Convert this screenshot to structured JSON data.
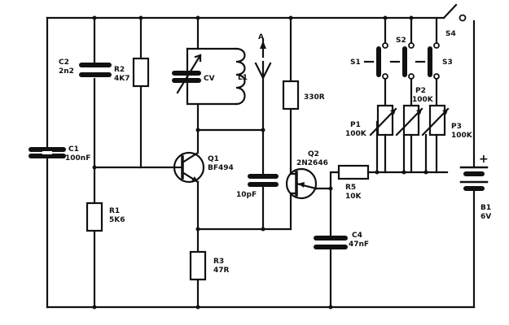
{
  "components": {
    "C1": {
      "ref": "C1",
      "value": "100nF"
    },
    "C2": {
      "ref": "C2",
      "value": "2n2"
    },
    "R2": {
      "ref": "R2",
      "value": "4K7"
    },
    "CV": {
      "ref": "CV"
    },
    "L1": {
      "ref": "L1"
    },
    "A": {
      "ref": "A"
    },
    "R330": {
      "value": "330R"
    },
    "Q1": {
      "ref": "Q1",
      "value": "BF494"
    },
    "R1": {
      "ref": "R1",
      "value": "5K6"
    },
    "C10p": {
      "value": "10pF"
    },
    "Q2": {
      "ref": "Q2",
      "value": "2N2646"
    },
    "R3": {
      "ref": "R3",
      "value": "47R"
    },
    "C4": {
      "ref": "C4",
      "value": "47nF"
    },
    "R5": {
      "ref": "R5",
      "value": "10K"
    },
    "S1": {
      "ref": "S1"
    },
    "S2": {
      "ref": "S2"
    },
    "S3": {
      "ref": "S3"
    },
    "S4": {
      "ref": "S4"
    },
    "P1": {
      "ref": "P1",
      "value": "100K"
    },
    "P2": {
      "ref": "P2",
      "value": "100K"
    },
    "P3": {
      "ref": "P3",
      "value": "100K"
    },
    "B1": {
      "ref": "B1",
      "value": "6V",
      "plus": "+"
    }
  }
}
